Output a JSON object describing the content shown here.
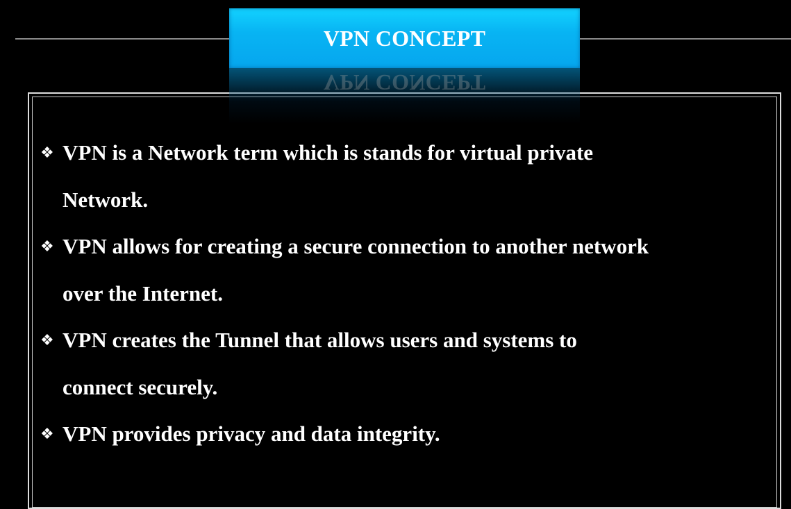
{
  "slide": {
    "title": "VPN CONCEPT",
    "bullet_icon": "black-four-diamond-bullet",
    "bullet_glyph": "❖",
    "items": [
      {
        "lines": [
          "VPN is a Network term which is stands for virtual private",
          "Network."
        ]
      },
      {
        "lines": [
          "VPN allows for creating a secure connection to another network",
          "over the Internet."
        ]
      },
      {
        "lines": [
          "VPN creates the Tunnel that allows users and systems to",
          "connect securely."
        ]
      },
      {
        "lines": [
          "VPN provides privacy and data integrity."
        ]
      }
    ]
  },
  "colors": {
    "title_bg": "#08b4f3",
    "background": "#000000",
    "text": "#ffffff"
  }
}
